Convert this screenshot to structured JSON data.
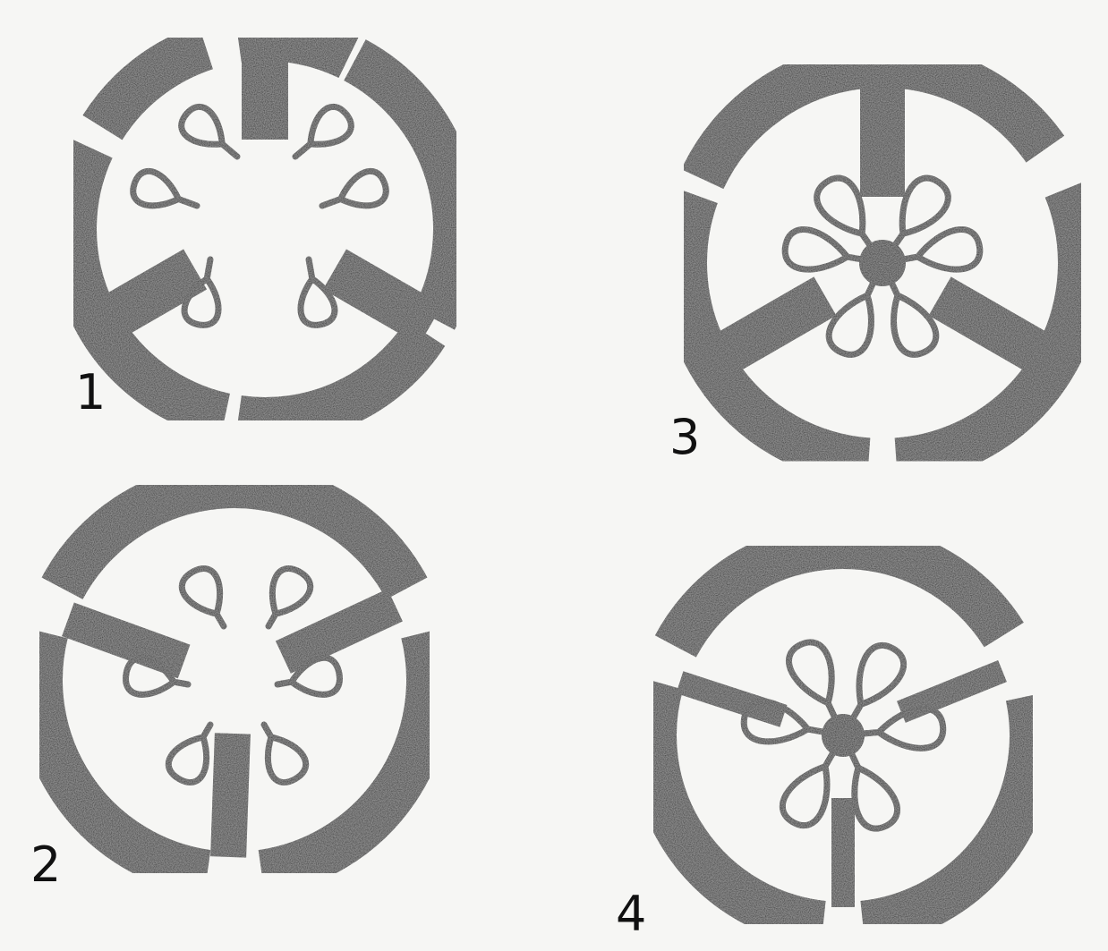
{
  "figures": [
    {
      "label": "1"
    },
    {
      "label": "2"
    },
    {
      "label": "3"
    },
    {
      "label": "4"
    }
  ],
  "colors": {
    "ink": "#1a1a1a",
    "paper": "#f6f6f4"
  }
}
